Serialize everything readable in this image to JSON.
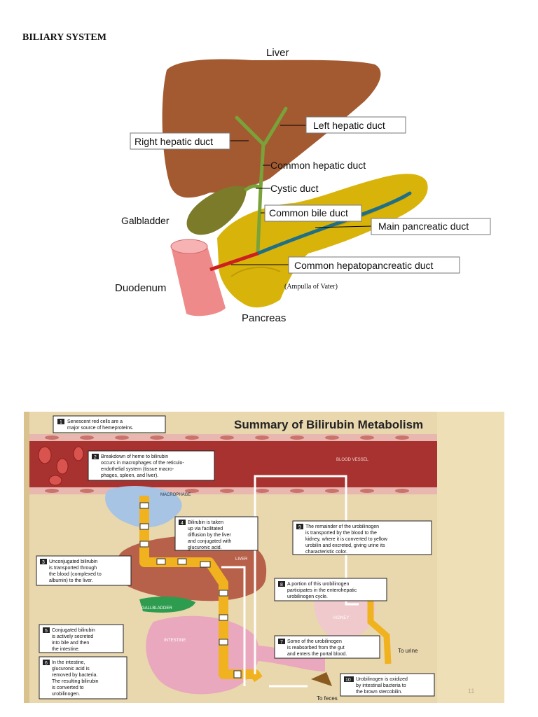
{
  "page": {
    "heading": "BILIARY SYSTEM"
  },
  "biliary": {
    "liver": "Liver",
    "right_hepatic_duct": "Right hepatic duct",
    "left_hepatic_duct": "Left hepatic duct",
    "common_hepatic_duct": "Common hepatic duct",
    "cystic_duct": "Cystic duct",
    "galbladder": "Galbladder",
    "common_bile_duct": "Common bile duct",
    "main_pancreatic_duct": "Main pancreatic duct",
    "common_hepatopancreatic_duct": "Common hepatopancreatic duct",
    "ampulla": "(Ampulla of Vater)",
    "duodenum": "Duodenum",
    "pancreas": "Pancreas"
  },
  "bilirubin": {
    "title": "Summary of Bilirubin Metabolism",
    "blood_vessel": "BLOOD VESSEL",
    "macrophage": "MACROPHAGE",
    "liver": "LIVER",
    "gallbladder": "GALLBLADDER",
    "intestine": "INTESTINE",
    "kidney": "KIDNEY",
    "to_urine": "To urine",
    "to_feces": "To feces",
    "page_number": "11",
    "steps": [
      {
        "num": "1",
        "lines": [
          "Senescent red cells are a",
          "major source of hemeproteins."
        ]
      },
      {
        "num": "2",
        "lines": [
          "Breakdown of heme to bilirubin",
          "occurs in macrophages of the reticulo-",
          "endothelial system (tissue macro-",
          "phages, spleen, and liver)."
        ]
      },
      {
        "num": "3",
        "lines": [
          "Unconjugated bilirubin",
          "is transported through",
          "the blood (complexed to",
          "albumin) to the liver."
        ]
      },
      {
        "num": "4",
        "lines": [
          "Bilirubin is taken",
          "up via facilitated",
          "diffusion by the liver",
          "and conjugated with",
          "glucuronic acid."
        ]
      },
      {
        "num": "5",
        "lines": [
          "Conjugated bilirubin",
          "is actively secreted",
          "into bile and then",
          "the intestine."
        ]
      },
      {
        "num": "6",
        "lines": [
          "In the intestine,",
          "glucuronic acid is",
          "removed by bacteria.",
          "The resulting bilirubin",
          "is converted to",
          "urobilinogen."
        ]
      },
      {
        "num": "7",
        "lines": [
          "Some of the urobilinogen",
          "is reabsorbed from the gut",
          "and enters the portal blood."
        ]
      },
      {
        "num": "8",
        "lines": [
          "A portion of this urobilinogen",
          "participates in the enterohepatic",
          "urobilinogen cycle."
        ]
      },
      {
        "num": "9",
        "lines": [
          "The remainder of the urobilinogen",
          "is transported by the blood to the",
          "kidney, where it is converted to yellow",
          "urobilin and excreted, giving urine its",
          "characteristic color."
        ]
      },
      {
        "num": "10",
        "lines": [
          "Urobilinogen is oxidized",
          "by intestinal bacteria to",
          "the brown stercobilin."
        ]
      }
    ],
    "colors": {
      "bile_duct": "#f0b21f",
      "vessel": "#a8322f",
      "liver": "#b8614a",
      "background": "#e9d7ae"
    }
  }
}
